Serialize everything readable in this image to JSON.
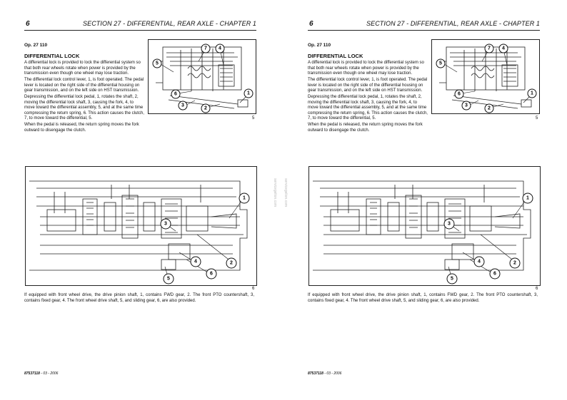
{
  "page_number": "6",
  "section_title": "SECTION 27 - DIFFERENTIAL, REAR AXLE - CHAPTER 1",
  "op_code": "Op. 27 110",
  "heading": "DIFFERENTIAL LOCK",
  "paragraphs": [
    "A differential lock is provided to lock the differential system so that both rear wheels rotate when power is provided by the transmission even though one wheel may lose traction.",
    "The differential lock control lever, 1, is foot operated. The pedal lever is located on the right side of the differential housing on gear transmission, and on the left side on HST transmission.",
    "Depressing the differential lock pedal, 1, rotates the shaft, 2, moving the differential lock shaft, 3, causing the fork, 4, to move toward the differential assembly, 5, and at the same time compressing the return spring, 6. This action causes the clutch, 7, to move toward the differential, 5.",
    "When the pedal is released, the return spring moves the fork outward to disengage the clutch."
  ],
  "figure_top": {
    "number": "5",
    "callouts": [
      "7",
      "4",
      "5",
      "6",
      "3",
      "2",
      "1"
    ]
  },
  "figure_bottom": {
    "number": "6",
    "callouts": [
      "1",
      "3",
      "2",
      "4",
      "6",
      "5"
    ]
  },
  "after_text": "If equipped with front wheel drive, the drive pinion shaft, 1, contains FWD gear, 2. The front PTO countershaft, 3, contains fixed gear, 4. The front wheel drive shaft, 5, and sliding gear, 6, are also provided.",
  "footer_code": "87537118",
  "footer_date": " - 03 - 2006",
  "watermark": "servicegelion.com"
}
